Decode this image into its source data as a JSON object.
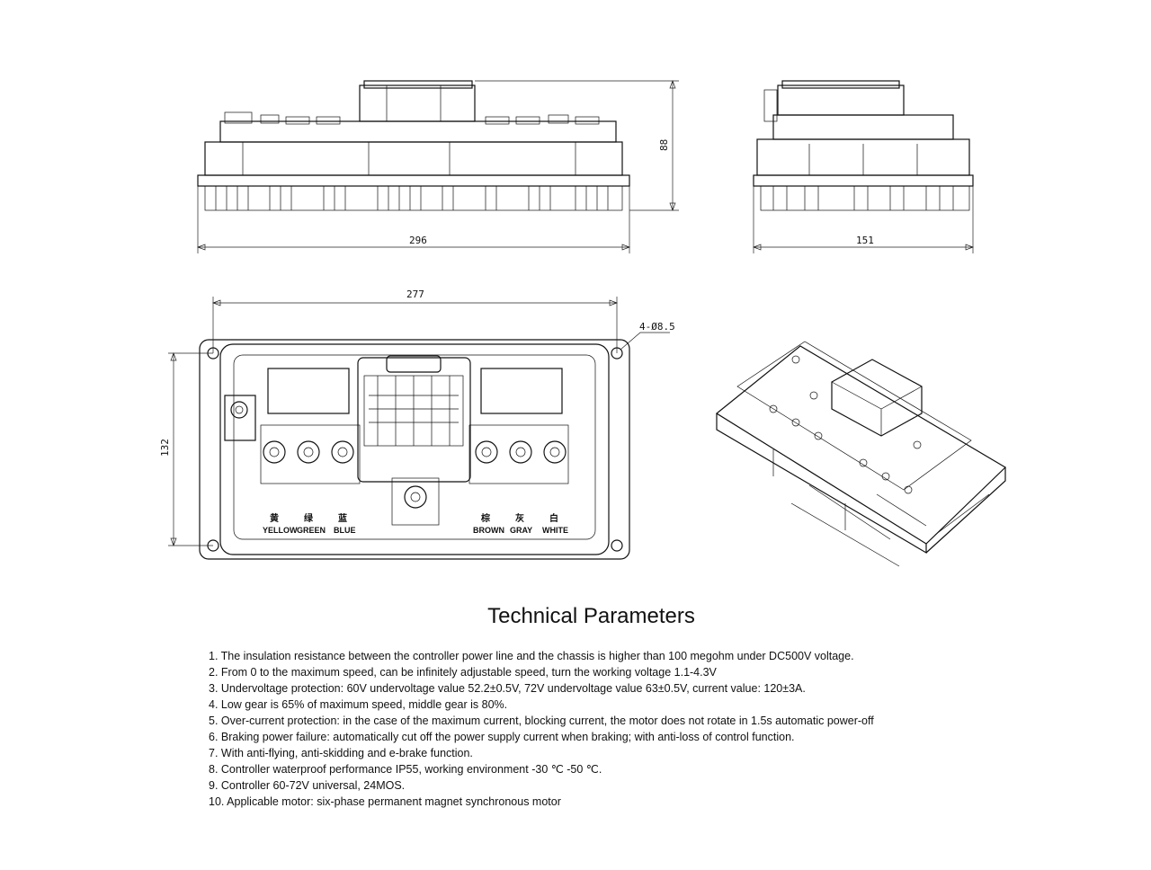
{
  "dimensions": {
    "front_width": "296",
    "height": "88",
    "side_width": "151",
    "hole_span": "277",
    "plate_height": "132",
    "holes": "4-Ø8.5"
  },
  "wire_labels": [
    {
      "cn": "黄",
      "en": "YELLOW"
    },
    {
      "cn": "绿",
      "en": "GREEN"
    },
    {
      "cn": "蓝",
      "en": "BLUE"
    },
    {
      "cn": "棕",
      "en": "BROWN"
    },
    {
      "cn": "灰",
      "en": "GRAY"
    },
    {
      "cn": "白",
      "en": "WHITE"
    }
  ],
  "title": "Technical Parameters",
  "parameters": [
    "1. The insulation resistance between the controller power line and the chassis is higher than 100 megohm under DC500V voltage.",
    "2. From 0 to the maximum speed, can be infinitely adjustable speed, turn the working voltage 1.1-4.3V",
    "3. Undervoltage protection: 60V undervoltage value 52.2±0.5V, 72V undervoltage value 63±0.5V, current value: 120±3A.",
    "4. Low gear is 65% of maximum speed, middle gear is 80%.",
    "5. Over-current protection: in the case of the maximum current, blocking current, the motor does not rotate in 1.5s automatic power-off",
    "6. Braking power failure: automatically cut off the power supply current when braking; with anti-loss of control function.",
    "7. With anti-flying, anti-skidding and e-brake function.",
    "8. Controller waterproof performance IP55, working environment -30 ℃ -50 ℃.",
    "9. Controller 60-72V universal, 24MOS.",
    "10. Applicable motor: six-phase permanent magnet synchronous motor"
  ]
}
